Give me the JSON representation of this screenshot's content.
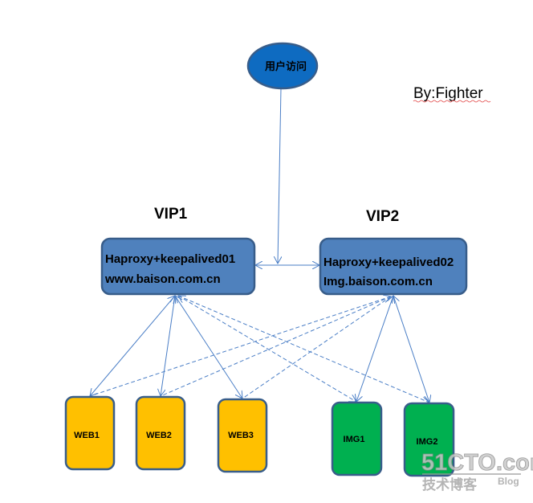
{
  "user_node": {
    "label": "用户访问",
    "color": "#0E6BC1"
  },
  "author": "By:Fighter",
  "vip1": {
    "title": "VIP1",
    "line1": "Haproxy+keepalived01",
    "line2": "www.baison.com.cn"
  },
  "vip2": {
    "title": "VIP2",
    "line1": "Haproxy+keepalived02",
    "line2": "Img.baison.com.cn"
  },
  "web_nodes": [
    "WEB1",
    "WEB2",
    "WEB3"
  ],
  "img_nodes": [
    "IMG1",
    "IMG2"
  ],
  "colors": {
    "box": "#4F81BD",
    "border": "#385D8A",
    "web": "#FFC000",
    "img": "#00B050",
    "line": "#4A7EC6"
  },
  "watermark": {
    "brand": "51CTO.com",
    "sub": "技术博客",
    "blog": "Blog"
  }
}
